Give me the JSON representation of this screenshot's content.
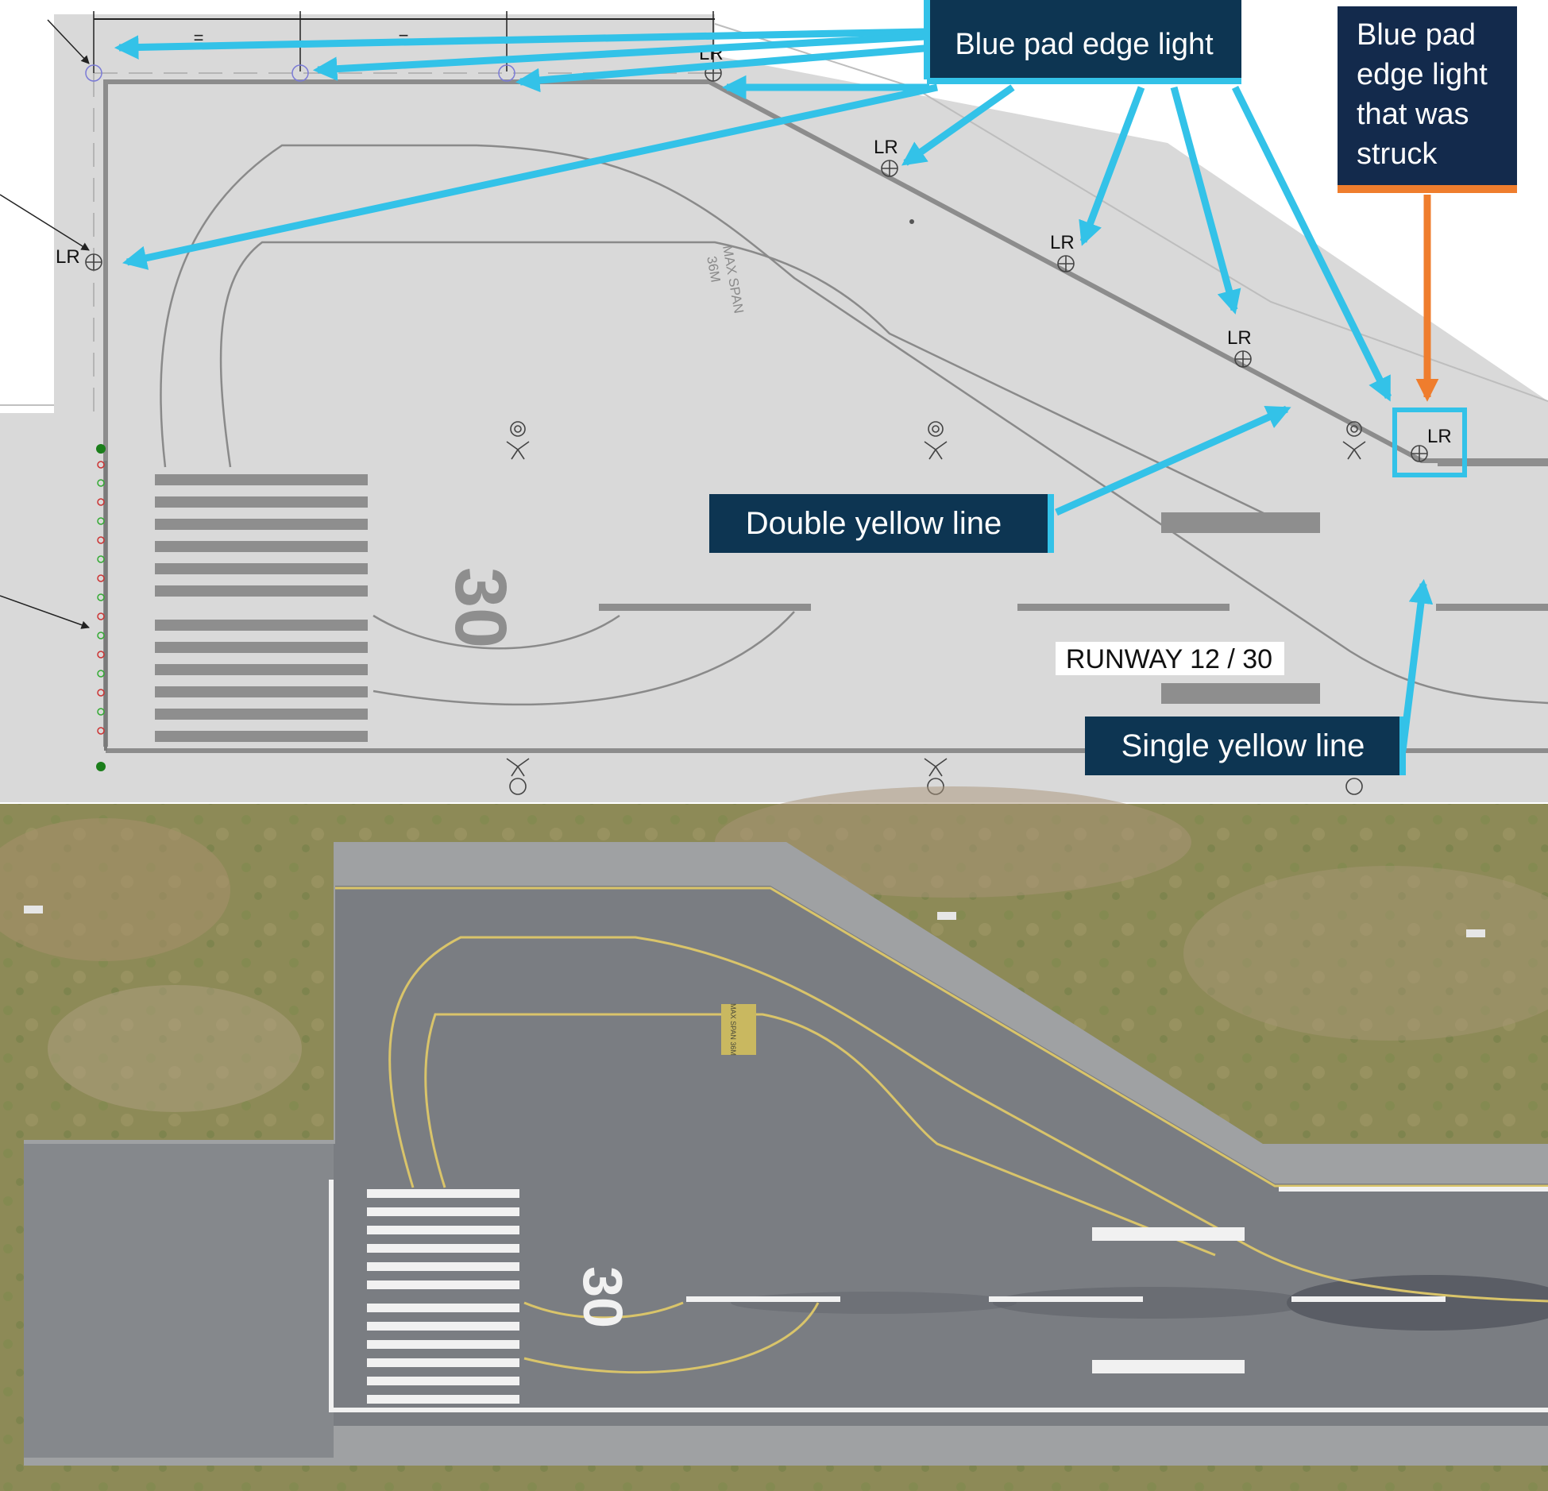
{
  "drawing": {
    "lr_label": "LR",
    "dimension_mark": "=",
    "max_span_line1": "MAX SPAN",
    "max_span_line2": "36M",
    "threshold_number": "30",
    "runway_label": "RUNWAY 12 / 30"
  },
  "photo": {
    "threshold_number": "30",
    "max_span_paint": "MAX SPAN 36M"
  },
  "callouts": {
    "blue_pad_edge_light": "Blue pad edge light",
    "struck_light_lines": [
      "Blue pad",
      "edge light",
      "that was",
      "struck"
    ],
    "double_yellow_line": "Double yellow line",
    "single_yellow_line": "Single yellow line"
  },
  "colors": {
    "callout_box": "#0d3552",
    "callout_box_struck": "#132a4c",
    "arrow_blue": "#33c2e8",
    "arrow_orange": "#ef7d2d",
    "drawing_pavement": "#d9d9d9",
    "drawing_line": "#8c8c8c",
    "marking_gray": "#8e8e8e",
    "photo_grass": "#8d8a57",
    "photo_asphalt": "#7a7d82",
    "photo_shoulder": "#9fa1a3"
  }
}
